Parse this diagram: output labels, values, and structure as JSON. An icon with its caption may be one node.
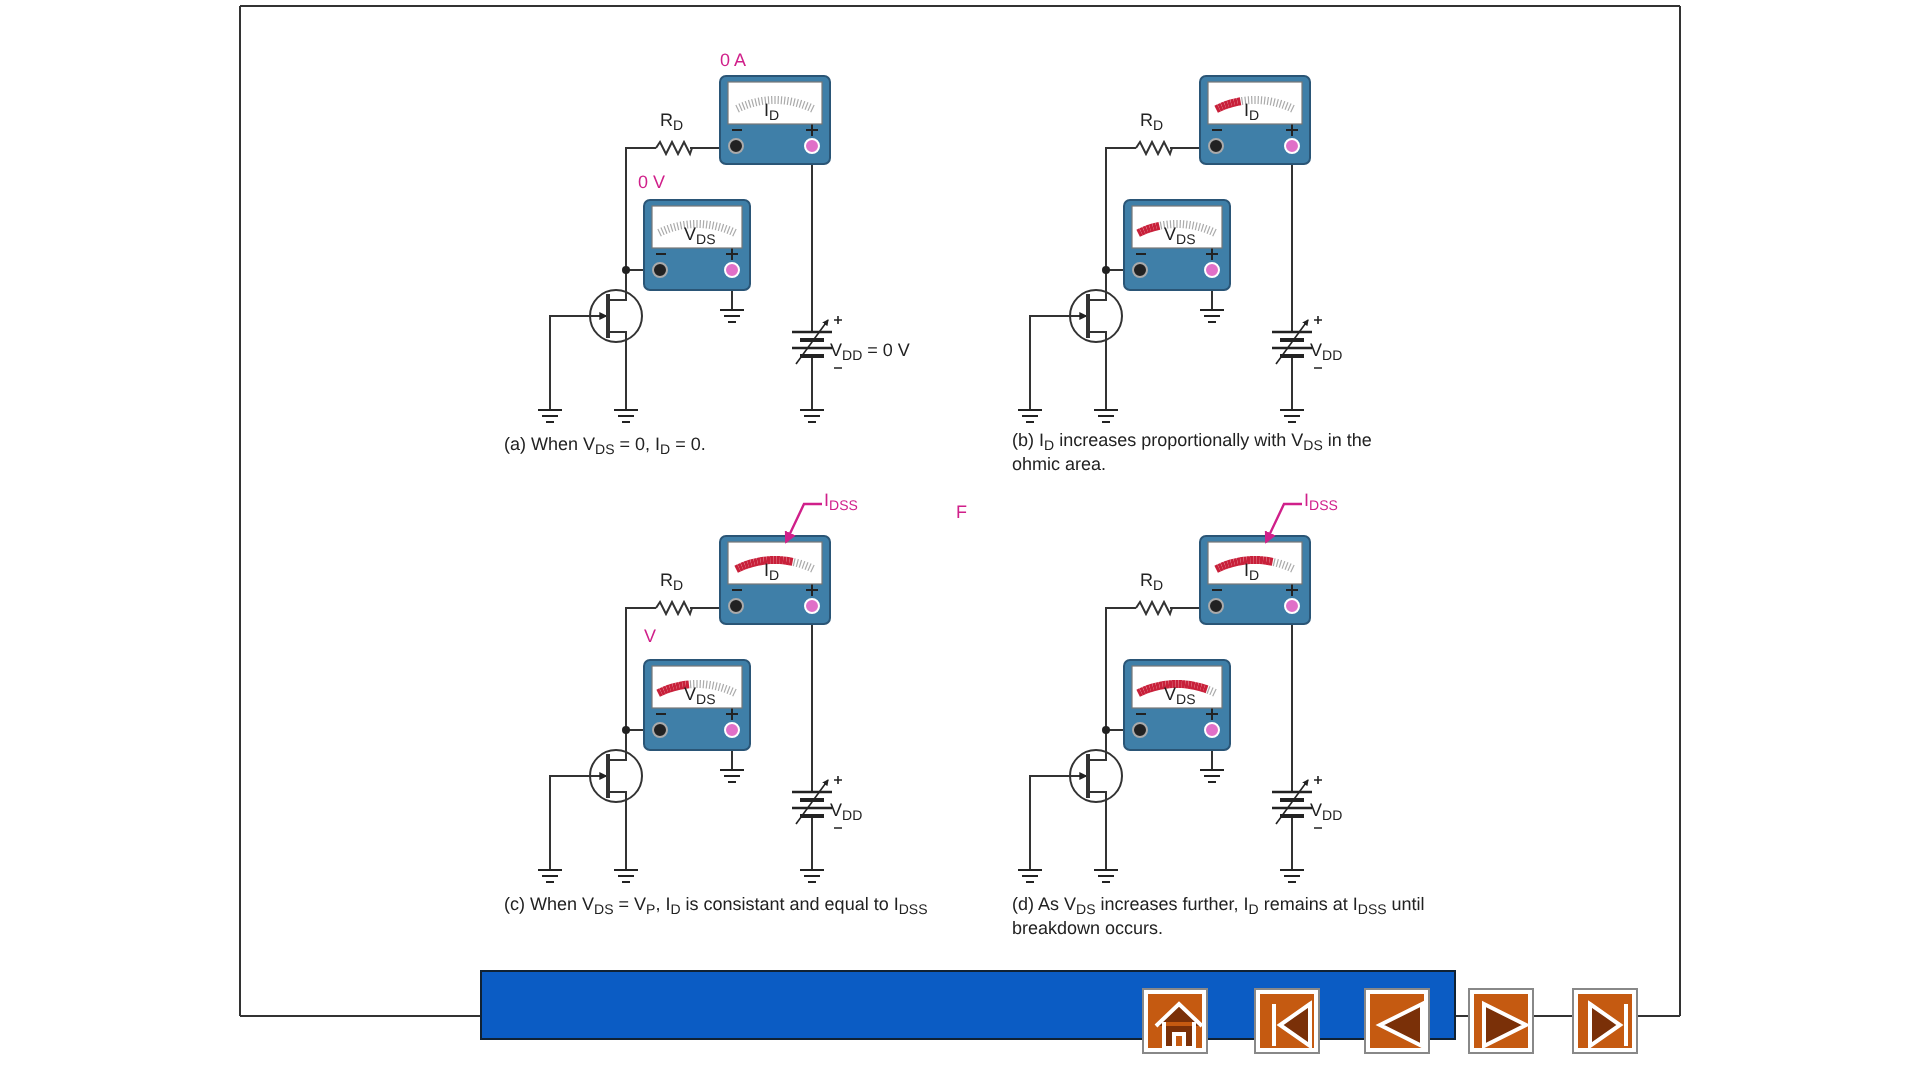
{
  "diagram": {
    "nodes": [
      {
        "text": [
          "I$_{DSS}$"
        ]
      },
      {
        "text": [],
        "shape": "box"
      },
      {
        "text": [
          "I$_{DSS}$"
        ]
      },
      {
        "text": [],
        "shape": "box"
      }
    ],
    "edges": [
      {
        "from": 0,
        "to": 1,
        "arrow": "to"
      },
      {
        "from": 2,
        "to": 3,
        "arrow": "to"
      }
    ],
    "labels": [
      "0 A",
      "R$_{D}$",
      "I$_{D}$",
      "0 V",
      "V$_{DS}$",
      "V$_{DD}$ = 0 V",
      "(a) When V$_{DS}$ = 0, I$_{D}$ = 0.",
      "R$_{D}$",
      "I$_{D}$",
      "V$_{DS}$",
      "V$_{DD}$",
      "(b) I$_{D}$ increases proportionally with V$_{DS}$ in the ohmic area.",
      "F",
      "R$_{D}$",
      "I$_{D}$",
      "V",
      "V$_{DS}$",
      "V$_{DD}$",
      "(c) When V$_{DS}$ = V$_{P}$, I$_{D}$ is consistant and equal to I$_{DSS}$",
      "R$_{D}$",
      "I$_{D}$",
      "V$_{DS}$",
      "V$_{DD}$",
      "(d) As V$_{DS}$ increases further, I$_{D}$ remains at I$_{DSS}$ until breakdown occurs."
    ]
  }
}
